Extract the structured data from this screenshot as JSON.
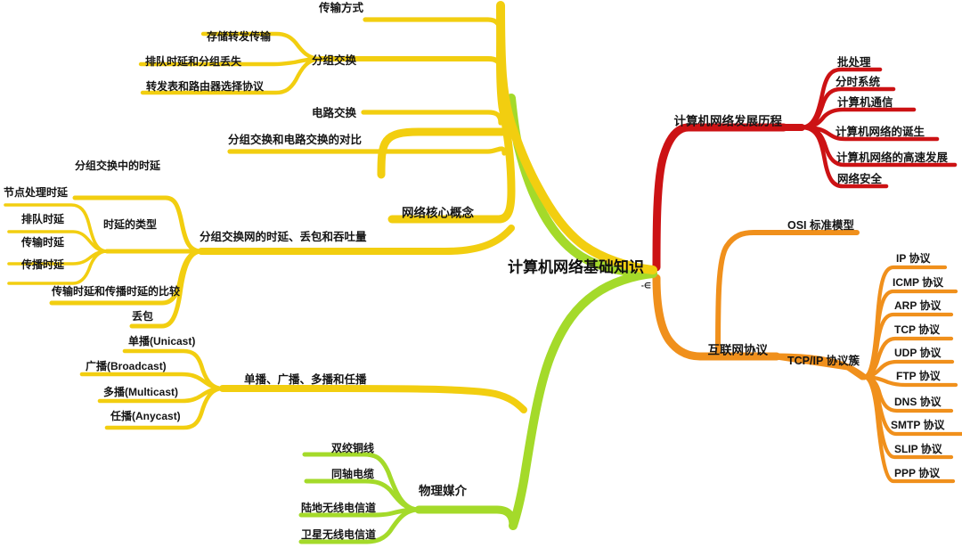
{
  "diagram": {
    "type": "mind-map",
    "title": "计算机网络基础知识",
    "root_sub": "-∈",
    "colors": {
      "red": "#CC1214",
      "orange": "#F0901C",
      "yellow": "#F2CE10",
      "green": "#A4DA2A",
      "text": "#151515",
      "background": "#FFFFFF"
    }
  },
  "nodes": {
    "root": "计算机网络基础知识",
    "root_sub": "-∈",
    "b_history": "计算机网络发展历程",
    "history_children": [
      "批处理",
      "分时系统",
      "计算机通信",
      "计算机网络的诞生",
      "计算机网络的高速发展",
      "网络安全"
    ],
    "b_internet": "互联网协议",
    "osi": "OSI 标准模型",
    "tcpip": "TCP/IP 协议簇",
    "tcpip_children": [
      "IP 协议",
      "ICMP 协议",
      "ARP 协议",
      "TCP 协议",
      "UDP 协议",
      "FTP 协议",
      "DNS 协议",
      "SMTP 协议",
      "SLIP 协议",
      "PPP 协议"
    ],
    "b_core": "网络核心概念",
    "transmission": "传输方式",
    "packet_switch": "分组交换",
    "packet_switch_children": [
      "存储转发传输",
      "排队时延和分组丢失",
      "转发表和路由器选择协议"
    ],
    "circuit_switch": "电路交换",
    "compare": "分组交换和电路交换的对比",
    "delay_group": "分组交换网的时延、丢包和吞吐量",
    "delay_in_packet": "分组交换中的时延",
    "delay_types": "时延的类型",
    "delay_types_children": [
      "节点处理时延",
      "排队时延",
      "传输时延",
      "传播时延"
    ],
    "delay_compare": "传输时延和传播时延的比较",
    "packet_loss": "丢包",
    "cast_group": "单播、广播、多播和任播",
    "cast_children": [
      "单播(Unicast)",
      "广播(Broadcast)",
      "多播(Multicast)",
      "任播(Anycast)"
    ],
    "b_media": "物理媒介",
    "media_children": [
      "双绞铜线",
      "同轴电缆",
      "陆地无线电信道",
      "卫星无线电信道"
    ]
  }
}
